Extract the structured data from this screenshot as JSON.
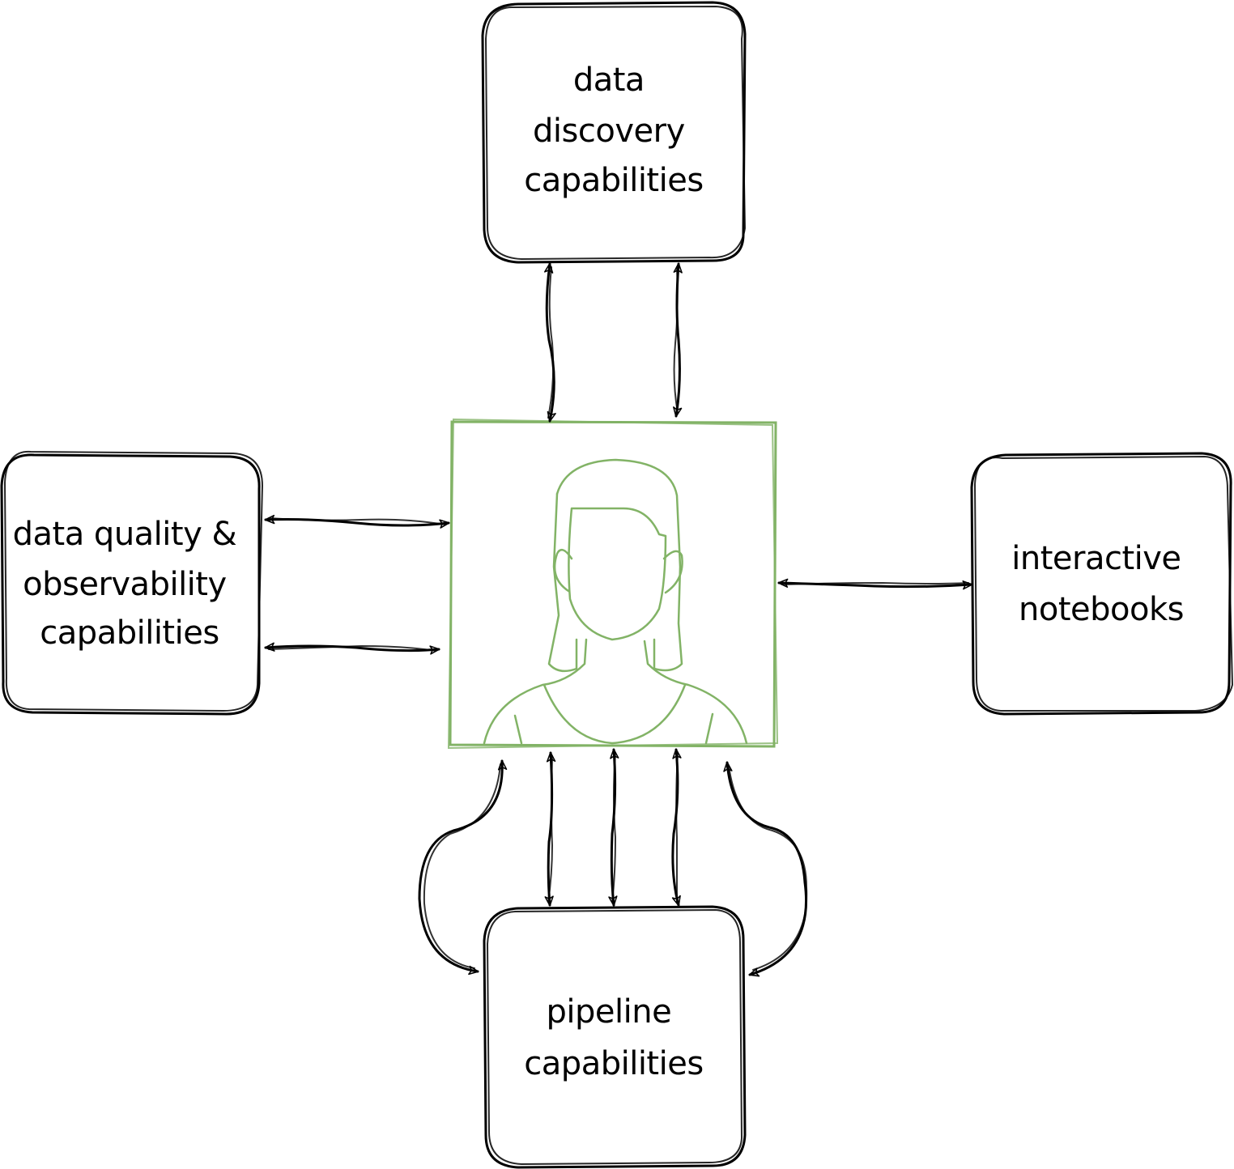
{
  "nodes": {
    "data_discovery": {
      "lines": [
        "data",
        "discovery",
        "capabilities"
      ]
    },
    "data_quality": {
      "lines": [
        "data quality &",
        "observability",
        "capabilities"
      ]
    },
    "interactive_notebooks": {
      "lines": [
        "interactive",
        "notebooks"
      ]
    },
    "pipeline": {
      "lines": [
        "pipeline",
        "capabilities"
      ]
    },
    "central_user": {
      "icon": "person-icon",
      "color": "#82b366"
    }
  },
  "style": {
    "line_color": "#000000",
    "accent_color": "#82b366",
    "background": "#ffffff"
  }
}
